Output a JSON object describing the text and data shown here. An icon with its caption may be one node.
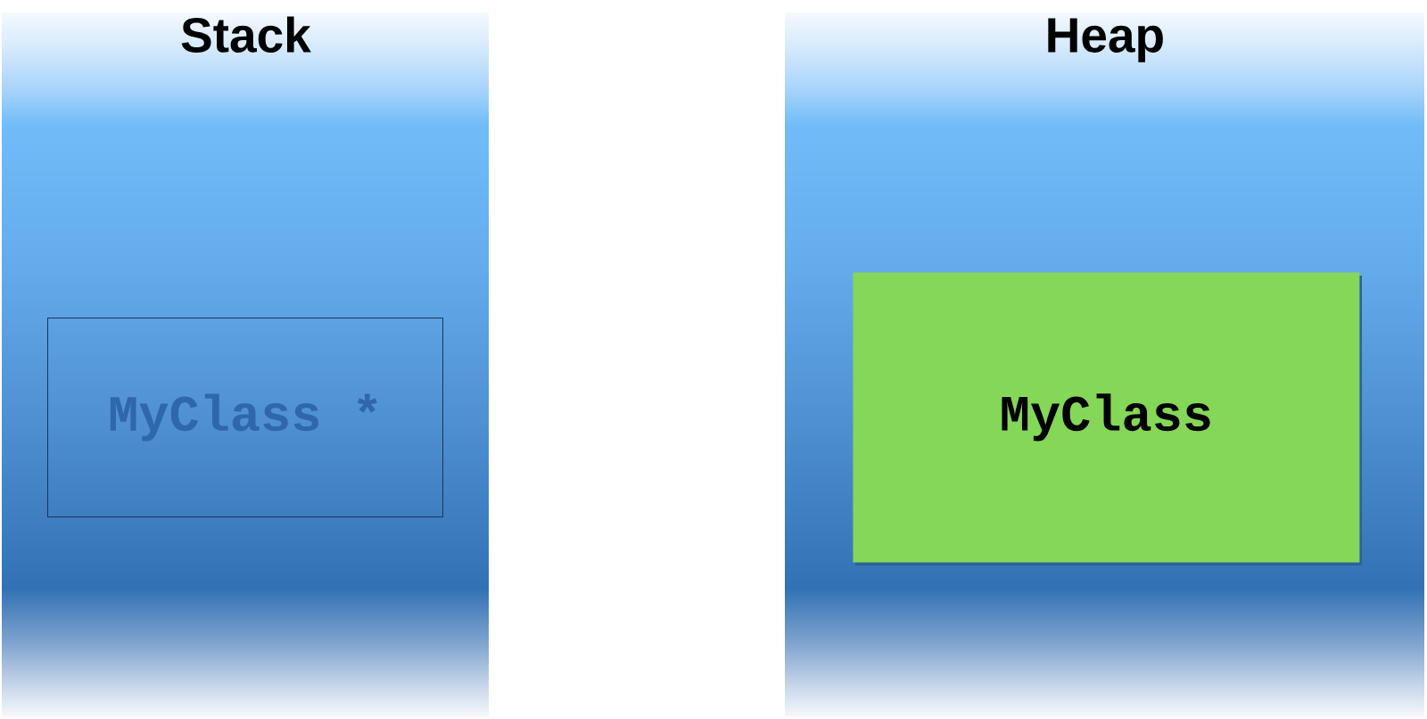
{
  "diagram": {
    "nodes": [
      {
        "text": [
          "Stack"
        ]
      },
      {
        "text": [
          "MyClass *"
        ],
        "in": 0
      },
      {
        "text": [
          "Heap"
        ]
      },
      {
        "text": [
          "MyClass"
        ],
        "in": 2
      }
    ]
  }
}
